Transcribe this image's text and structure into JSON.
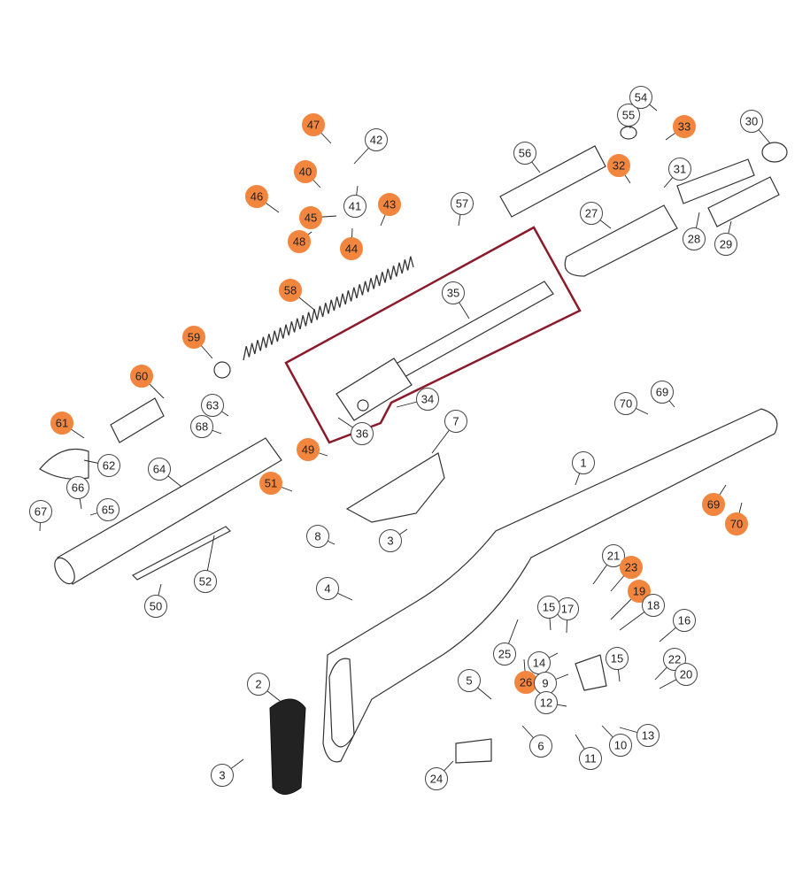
{
  "diagram": {
    "type": "exploded-parts-diagram",
    "highlight_color": "#F2863F",
    "frame_color": "#8B1A2B",
    "framed_part": "35",
    "callouts": [
      {
        "label": "47",
        "highlighted": true
      },
      {
        "label": "42",
        "highlighted": false
      },
      {
        "label": "40",
        "highlighted": true
      },
      {
        "label": "46",
        "highlighted": true
      },
      {
        "label": "41",
        "highlighted": false
      },
      {
        "label": "45",
        "highlighted": true
      },
      {
        "label": "43",
        "highlighted": true
      },
      {
        "label": "48",
        "highlighted": true
      },
      {
        "label": "44",
        "highlighted": true
      },
      {
        "label": "57",
        "highlighted": false
      },
      {
        "label": "56",
        "highlighted": false
      },
      {
        "label": "55",
        "highlighted": false
      },
      {
        "label": "54",
        "highlighted": false
      },
      {
        "label": "33",
        "highlighted": true
      },
      {
        "label": "30",
        "highlighted": false
      },
      {
        "label": "32",
        "highlighted": true
      },
      {
        "label": "31",
        "highlighted": false
      },
      {
        "label": "27",
        "highlighted": false
      },
      {
        "label": "28",
        "highlighted": false
      },
      {
        "label": "29",
        "highlighted": false
      },
      {
        "label": "58",
        "highlighted": true
      },
      {
        "label": "35",
        "highlighted": false
      },
      {
        "label": "59",
        "highlighted": true
      },
      {
        "label": "60",
        "highlighted": true
      },
      {
        "label": "34",
        "highlighted": false
      },
      {
        "label": "36",
        "highlighted": false
      },
      {
        "label": "63",
        "highlighted": false
      },
      {
        "label": "68",
        "highlighted": false
      },
      {
        "label": "61",
        "highlighted": true
      },
      {
        "label": "62",
        "highlighted": false
      },
      {
        "label": "49",
        "highlighted": true
      },
      {
        "label": "7",
        "highlighted": false
      },
      {
        "label": "70",
        "highlighted": false
      },
      {
        "label": "69",
        "highlighted": false
      },
      {
        "label": "1",
        "highlighted": false
      },
      {
        "label": "69",
        "highlighted": true
      },
      {
        "label": "70",
        "highlighted": true
      },
      {
        "label": "64",
        "highlighted": false
      },
      {
        "label": "51",
        "highlighted": true
      },
      {
        "label": "66",
        "highlighted": false
      },
      {
        "label": "65",
        "highlighted": false
      },
      {
        "label": "67",
        "highlighted": false
      },
      {
        "label": "8",
        "highlighted": false
      },
      {
        "label": "3",
        "highlighted": false
      },
      {
        "label": "52",
        "highlighted": false
      },
      {
        "label": "50",
        "highlighted": false
      },
      {
        "label": "4",
        "highlighted": false
      },
      {
        "label": "21",
        "highlighted": false
      },
      {
        "label": "23",
        "highlighted": true
      },
      {
        "label": "19",
        "highlighted": true
      },
      {
        "label": "18",
        "highlighted": false
      },
      {
        "label": "17",
        "highlighted": false
      },
      {
        "label": "15",
        "highlighted": false
      },
      {
        "label": "16",
        "highlighted": false
      },
      {
        "label": "25",
        "highlighted": false
      },
      {
        "label": "14",
        "highlighted": false
      },
      {
        "label": "15",
        "highlighted": false
      },
      {
        "label": "22",
        "highlighted": false
      },
      {
        "label": "20",
        "highlighted": false
      },
      {
        "label": "26",
        "highlighted": true
      },
      {
        "label": "9",
        "highlighted": false
      },
      {
        "label": "5",
        "highlighted": false
      },
      {
        "label": "12",
        "highlighted": false
      },
      {
        "label": "13",
        "highlighted": false
      },
      {
        "label": "10",
        "highlighted": false
      },
      {
        "label": "6",
        "highlighted": false
      },
      {
        "label": "11",
        "highlighted": false
      },
      {
        "label": "24",
        "highlighted": false
      },
      {
        "label": "2",
        "highlighted": false
      },
      {
        "label": "3",
        "highlighted": false
      }
    ]
  }
}
